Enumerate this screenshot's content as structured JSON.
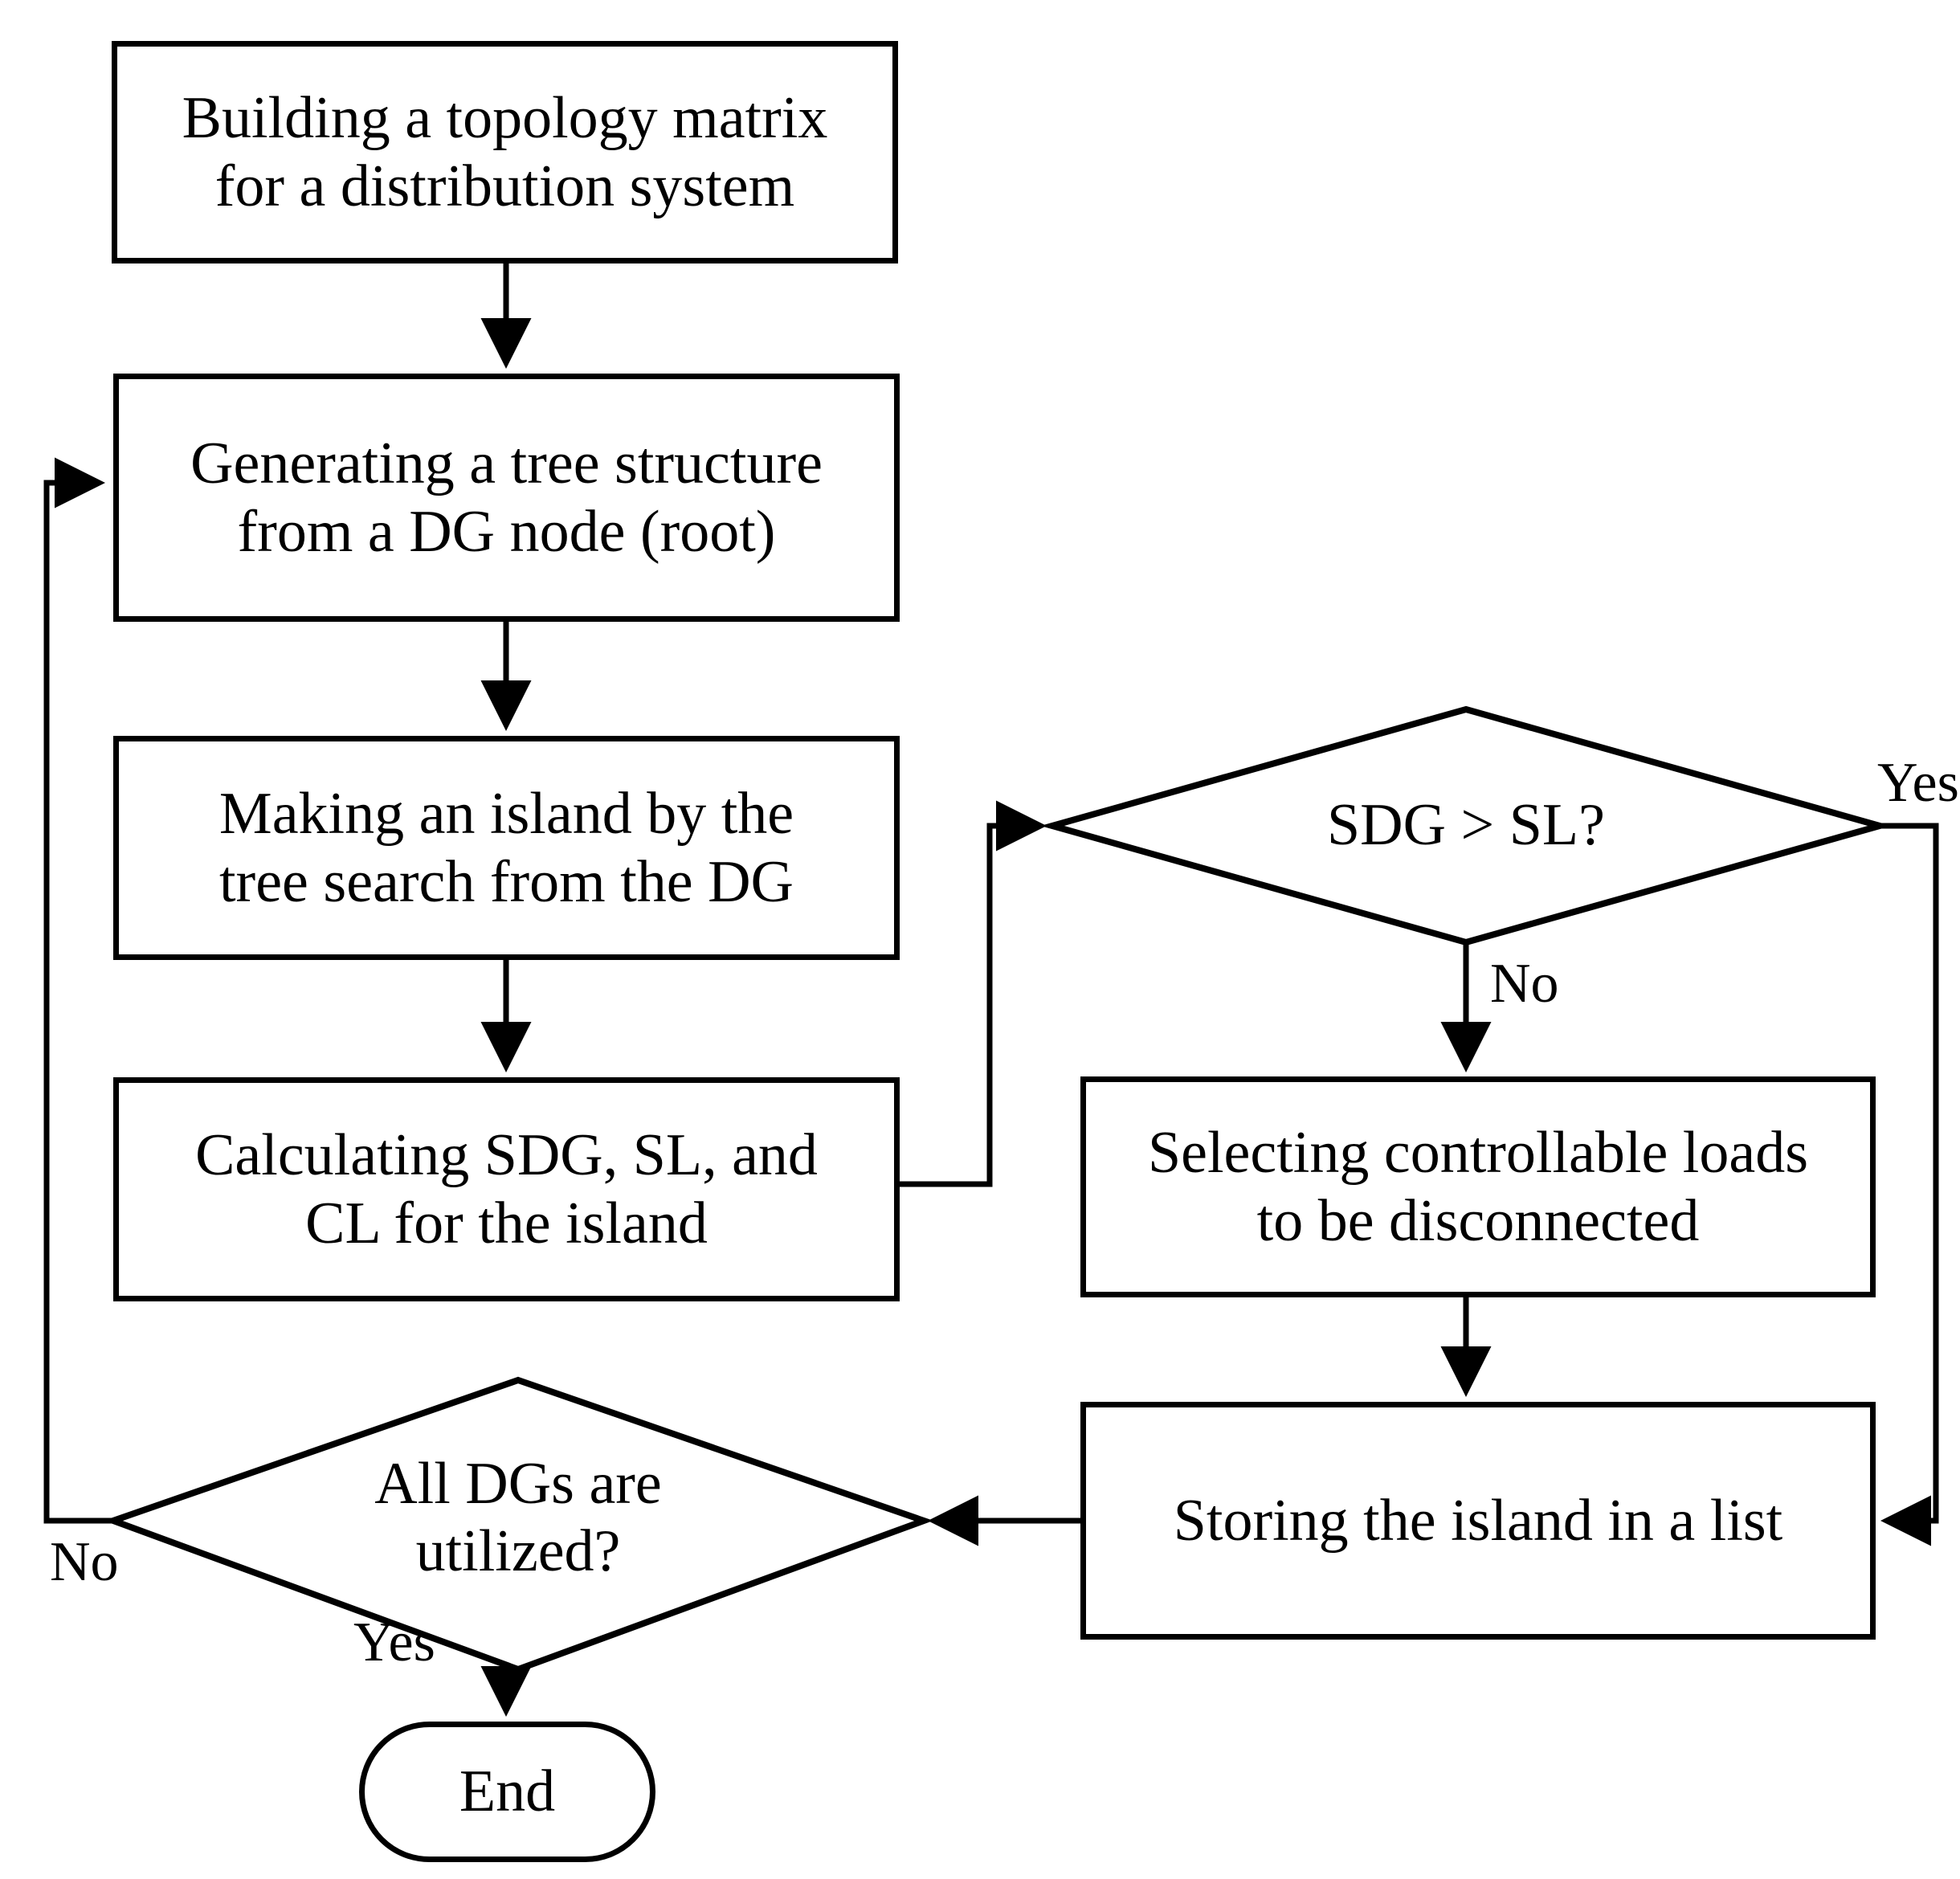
{
  "diagram": {
    "title": "Islanding algorithm flowchart",
    "line_color": "#000000",
    "background_color": "#ffffff",
    "nodes": {
      "build_topology": {
        "type": "process",
        "text": "Building a topology matrix\nfor a distribution system"
      },
      "generate_tree": {
        "type": "process",
        "text": "Generating a tree structure\nfrom a DG node (root)"
      },
      "make_island": {
        "type": "process",
        "text": "Making an island by the\ntree search from the DG"
      },
      "calculate": {
        "type": "process",
        "text": "Calculating SDG, SL, and\nCL for the island"
      },
      "sdg_vs_sl": {
        "type": "decision",
        "text": "SDG > SL?"
      },
      "select_loads": {
        "type": "process",
        "text": "Selecting controllable loads\nto be disconnected"
      },
      "store_island": {
        "type": "process",
        "text": "Storing the island in a list"
      },
      "all_dgs": {
        "type": "decision",
        "text": "All DGs are\nutilized?"
      },
      "end": {
        "type": "terminal",
        "text": "End"
      }
    },
    "edge_labels": {
      "sdg_yes": "Yes",
      "sdg_no": "No",
      "all_dgs_no": "No",
      "all_dgs_yes": "Yes"
    }
  }
}
